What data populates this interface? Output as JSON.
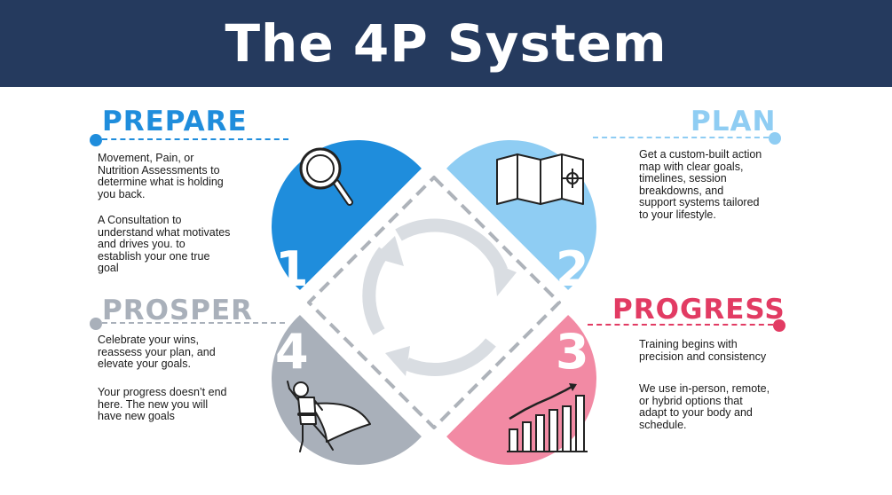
{
  "title": "The 4P System",
  "colors": {
    "header_bg": "#253a5e",
    "prepare": "#1f8ddc",
    "plan": "#8fcdf3",
    "progress": "#f28aa4",
    "prosper": "#a9b0ba",
    "progress_heading": "#e23b63"
  },
  "steps": [
    {
      "number": "1",
      "heading": "PREPARE",
      "icon": "magnifying-glass-icon",
      "paragraphs": [
        "Movement, Pain, or Nutrition Assessments to determine what is holding you back.",
        "A Consultation to understand what motivates and drives you. to establish your one true goal"
      ]
    },
    {
      "number": "2",
      "heading": "PLAN",
      "icon": "map-icon",
      "paragraphs": [
        "Get a custom-built action map with clear goals, timelines, session breakdowns, and support systems tailored to your lifestyle."
      ]
    },
    {
      "number": "3",
      "heading": "PROGRESS",
      "icon": "bar-chart-icon",
      "paragraphs": [
        "Training begins with precision and consistency",
        "We use in-person, remote, or hybrid options that adapt to your body and schedule."
      ]
    },
    {
      "number": "4",
      "heading": "PROSPER",
      "icon": "superhero-icon",
      "paragraphs": [
        "Celebrate your wins, reassess your plan, and elevate your goals.",
        "Your progress doesn’t end here. The new you will have new goals"
      ]
    }
  ]
}
